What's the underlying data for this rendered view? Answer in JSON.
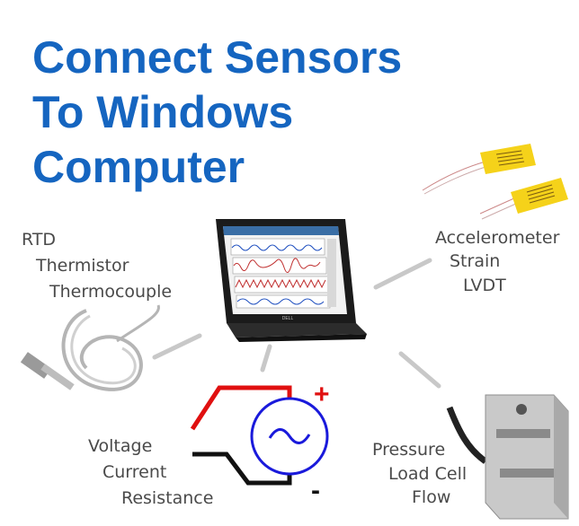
{
  "title": {
    "line1": "Connect Sensors",
    "line2": "To Windows",
    "line3": "Computer"
  },
  "sensor_groups": {
    "temperature": [
      "RTD",
      "Thermistor",
      "Thermocouple"
    ],
    "motion": [
      "Accelerometer",
      "Strain",
      "LVDT"
    ],
    "electrical": [
      "Voltage",
      "Current",
      "Resistance"
    ],
    "force": [
      "Pressure",
      "Load Cell",
      "Flow"
    ]
  },
  "signal": {
    "plus": "+",
    "minus": "-"
  },
  "laptop": {
    "brand": "DELL"
  },
  "colors": {
    "title_blue": "#1565c0",
    "label_gray": "#4a4a4a",
    "connector_gray": "#c8c8c8",
    "signal_red": "#e01010",
    "signal_blue": "#1a1adb",
    "strain_gauge_yellow": "#f5d21a"
  }
}
